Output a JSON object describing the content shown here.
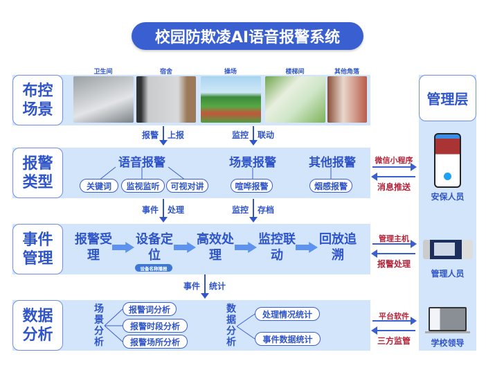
{
  "title": "校园防欺凌AI语音报警系统",
  "rows": {
    "scene": {
      "label": "布控场景",
      "photos": [
        "卫生间",
        "宿舍",
        "操场",
        "楼梯间",
        "其他角落"
      ]
    },
    "alarm": {
      "label": "报警类型",
      "groups": [
        {
          "title": "语音报警",
          "items": [
            "关键词",
            "监视监听",
            "可视对讲"
          ]
        },
        {
          "title": "场景报警",
          "items": [
            "喧哗报警"
          ]
        },
        {
          "title": "其他报警",
          "items": [
            "烟感报警"
          ]
        }
      ]
    },
    "event": {
      "label": "事件管理",
      "steps": [
        "报警受理",
        "设备定位",
        "高效处理",
        "监控联动",
        "回放追溯"
      ],
      "badge": "设备名称播报"
    },
    "data": {
      "label": "数据分析",
      "scene_analysis": {
        "title": "场景分析",
        "items": [
          "报警词分析",
          "报警时段分析",
          "报警场所分析"
        ]
      },
      "data_analysis": {
        "title": "数据分析",
        "items": [
          "处理情况统计",
          "事件数据统计"
        ]
      }
    }
  },
  "flow": {
    "a1": [
      "报警",
      "上报"
    ],
    "a2": [
      "监控",
      "联动"
    ],
    "a3": [
      "事件",
      "处理"
    ],
    "a4": [
      "监控",
      "存档"
    ],
    "a5": [
      "事件",
      "统计"
    ]
  },
  "management": {
    "title": "管理层",
    "channels": [
      {
        "out": "微信小程序",
        "in": "消息推送",
        "role": "安保人员"
      },
      {
        "out": "管理主机",
        "in": "报警处理",
        "role": "管理人员"
      },
      {
        "out": "平台软件",
        "in": "三方监管",
        "role": "学校领导"
      }
    ]
  }
}
